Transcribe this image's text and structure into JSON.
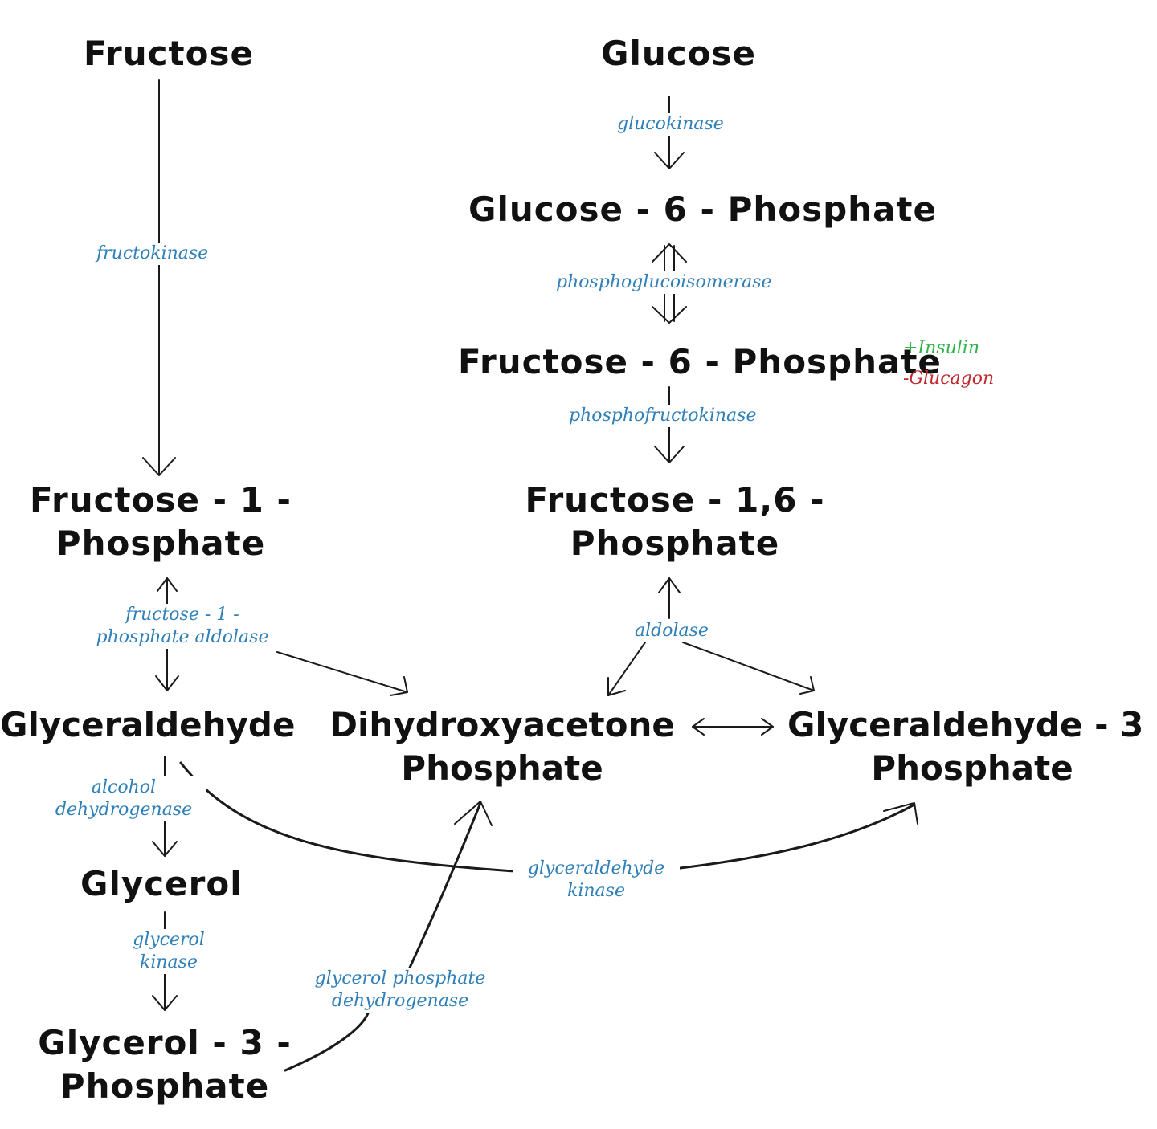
{
  "colors": {
    "metabolite": "#111111",
    "enzyme": "#2f7fb8",
    "activator": "#2fb24a",
    "inhibitor": "#c0282d"
  },
  "metabolites": {
    "fructose": "Fructose",
    "glucose": "Glucose",
    "glucose_6_phosphate": "Glucose - 6 - Phosphate",
    "fructose_6_phosphate": "Fructose - 6 - Phosphate",
    "fructose_1_phosphate_line1": "Fructose - 1 -",
    "fructose_1_phosphate_line2": "Phosphate",
    "fructose_1_6_phosphate_line1": "Fructose - 1,6 -",
    "fructose_1_6_phosphate_line2": "Phosphate",
    "glyceraldehyde": "Glyceraldehyde",
    "dhap_line1": "Dihydroxyacetone",
    "dhap_line2": "Phosphate",
    "g3p_line1": "Glyceraldehyde - 3 -",
    "g3p_line2": "Phosphate",
    "glycerol": "Glycerol",
    "glycerol_3_phosphate_line1": "Glycerol - 3 -",
    "glycerol_3_phosphate_line2": "Phosphate"
  },
  "enzymes": {
    "fructokinase": "fructokinase",
    "glucokinase": "glucokinase",
    "phosphoglucoisomerase": "phosphoglucoisomerase",
    "phosphofructokinase": "phosphofructokinase",
    "f1p_aldolase_line1": "fructose - 1 -",
    "f1p_aldolase_line2": "phosphate aldolase",
    "aldolase": "aldolase",
    "alcohol_dh_line1": "alcohol",
    "alcohol_dh_line2": "dehydrogenase",
    "glycerol_kinase_line1": "glycerol",
    "glycerol_kinase_line2": "kinase",
    "gpdh_line1": "glycerol phosphate",
    "gpdh_line2": "dehydrogenase",
    "glyceraldehyde_kinase_line1": "glyceraldehyde",
    "glyceraldehyde_kinase_line2": "kinase"
  },
  "regulation": {
    "activator": "+Insulin",
    "inhibitor": "-Glucagon"
  }
}
